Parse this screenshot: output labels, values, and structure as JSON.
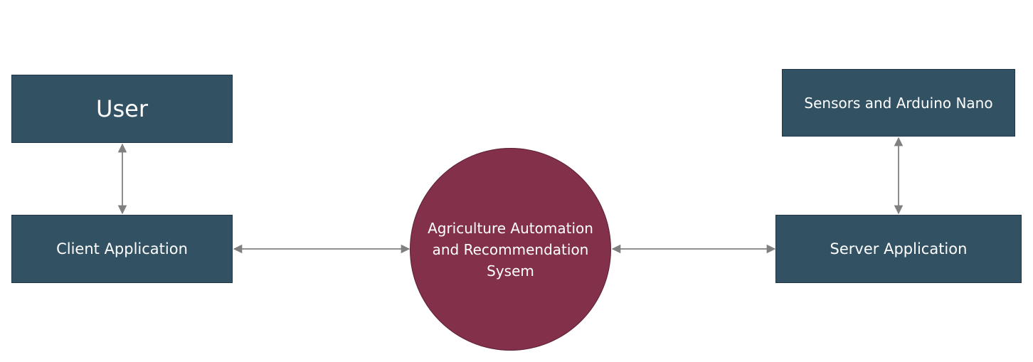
{
  "diagram": {
    "nodes": {
      "user": "User",
      "client": "Client Application",
      "system": "Agriculture Automation and Recommendation Sysem",
      "sensors": "Sensors and Arduino Nano",
      "server": "Server Application"
    },
    "edges": [
      {
        "from": "user",
        "to": "client",
        "direction": "bidirectional"
      },
      {
        "from": "client",
        "to": "system",
        "direction": "bidirectional"
      },
      {
        "from": "system",
        "to": "server",
        "direction": "bidirectional"
      },
      {
        "from": "sensors",
        "to": "server",
        "direction": "bidirectional"
      }
    ],
    "colors": {
      "box_fill": "#325264",
      "circle_fill": "#83304a",
      "connector": "#808080",
      "text": "#ffffff"
    }
  }
}
